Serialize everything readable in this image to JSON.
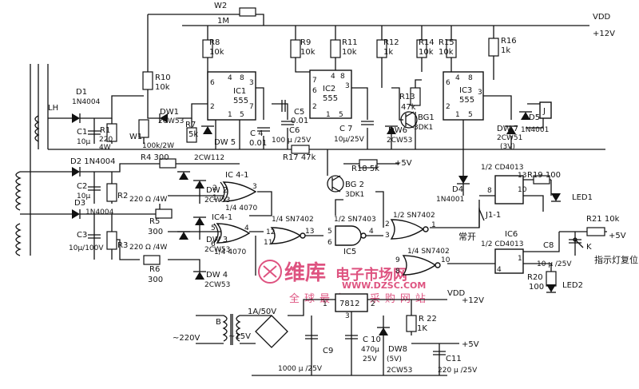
{
  "supply": {
    "vdd_top": "VDD",
    "vdd_top_value": "+12V",
    "vdd_reg": "VDD",
    "vdd_reg_value": "+12V",
    "plus5_a": "+5V",
    "plus5_b": "+5V",
    "plus5_c": "+5V"
  },
  "labels": {
    "LH": "LH",
    "D1": "D1",
    "D1v": "1N4004",
    "D2": "D2 1N4004",
    "D3": "D3",
    "D3v": "1N4004",
    "C1": "C1",
    "C1v": "10μ",
    "R1": "R1",
    "R1v": "220",
    "R1w": "4W",
    "C2": "C2",
    "C2v": "10μ",
    "R2": "R2",
    "C3": "C3",
    "C3v": "10μ/100V",
    "R3": "R3",
    "W2": "W2",
    "W2v": "1M",
    "R8": "R8",
    "R8v": "10k",
    "R9": "R9",
    "R9v": "10k",
    "R10": "R10",
    "R10v": "10k",
    "R11": "R11",
    "R11v": "10k",
    "R12": "R12",
    "R12v": "1k",
    "R13": "R13",
    "R13v": "47k",
    "R14": "R14",
    "R14v": "10k",
    "R15": "R15",
    "R15v": "10k",
    "R16": "R16",
    "R16v": "1k",
    "DW1": "DW1",
    "DW1v": "2CW53",
    "W1": "W1",
    "W1v": "100k/2W",
    "R7": "R7",
    "R7v": "5k",
    "DW5": "DW 5",
    "DW5v": "2CW112",
    "C4": "C 4",
    "C4v": "0.01",
    "C5": "C5",
    "C5v": "0.01",
    "C6": "C6",
    "C6v": "100 μ /25V",
    "C7": "C 7",
    "C7v": "10μ/25V",
    "DW6": "DW6",
    "DW6v": "2CW53",
    "BG1": "BG1",
    "BG1v": "3DK1",
    "DW7": "DW 7",
    "DW7v": "2CW51",
    "DW7w": "(3V)",
    "D5": "D5",
    "D5v": "1N4001",
    "J": "J",
    "IC1": "IC1",
    "IC1v": "555",
    "IC2": "IC2",
    "IC2v": "555",
    "IC3": "IC3",
    "IC3v": "555",
    "R4": "R4  300",
    "R17": "R17  47k",
    "R18": "R18  5k",
    "BG2": "BG 2",
    "BG2v": "3DK1",
    "IC41": "IC 4-1",
    "IC41v": "1/4  4070",
    "IC41b": "IC4-1",
    "IC41bv": "1/4  4070",
    "DW2": "DW 2",
    "DW2v": "2CW53",
    "DW3": "DW 3",
    "DW3v": "2CW53",
    "DW4": "DW 4",
    "DW4v": "2CW53",
    "R2v": "220 Ω /4W",
    "R3v": "220 Ω /4W",
    "R5": "R5",
    "R5v": "300",
    "R6": "R6",
    "R6v": "300",
    "SN1": "1/4  SN7402",
    "SN2": "1/2  SN7403",
    "SN3": "1/2  SN7402",
    "SN4": "1/4  SN7402",
    "IC5": "IC5",
    "D4": "D4",
    "D4v": "1N4001",
    "IC6a": "1/2  CD4013",
    "IC6b": "IC6",
    "IC6c": "1/2  CD4013",
    "R19": "R19  100",
    "LED1": "LED1",
    "LED2": "LED2",
    "J1": "J1-1",
    "changkai": "常开",
    "R21": "R21  10k",
    "C8": "C8",
    "C8v": "10 μ /25V",
    "K": "K",
    "R20": "R20",
    "R20v": "100",
    "reset": "指示灯复位",
    "fuse": "1A/50V",
    "B": "B",
    "ac220": "~220V",
    "ac15": "~15V",
    "reg": "7812",
    "C9": "C9",
    "C9v": "1000 μ /25V",
    "C10": "C 10",
    "C10v": "470μ",
    "C10w": "25V",
    "DW8": "DW8",
    "DW8v": "(5V)",
    "DW8w": "2CW53",
    "R22": "R 22",
    "R22v": "1K",
    "C11": "C11",
    "C11v": "220 μ /25V"
  },
  "pins": {
    "ic1": [
      "6",
      "2",
      "4",
      "8",
      "3",
      "7",
      "1",
      "5"
    ],
    "ic2": [
      "7",
      "6",
      "2",
      "4",
      "8",
      "3",
      "1",
      "5"
    ],
    "ic3": [
      "6",
      "2",
      "4",
      "8",
      "3",
      "1",
      "5"
    ],
    "xor1": [
      "2",
      "1",
      "3"
    ],
    "xor2": [
      "5",
      "6",
      "4"
    ],
    "nor1": [
      "12",
      "11",
      "13"
    ],
    "nand": [
      "5",
      "6",
      "4"
    ],
    "nor2": [
      "2",
      "3",
      "1"
    ],
    "nor3": [
      "9",
      "8",
      "10"
    ],
    "ff1": [
      "8",
      "13",
      "10"
    ],
    "ff2": [
      "4",
      "1"
    ],
    "reg": [
      "1",
      "2",
      "3"
    ]
  },
  "watermark": {
    "brand": "维库",
    "brand2": "电子市场网",
    "url": "WWW.DZSC.COM",
    "sub": "全球最大IC采购网站"
  }
}
